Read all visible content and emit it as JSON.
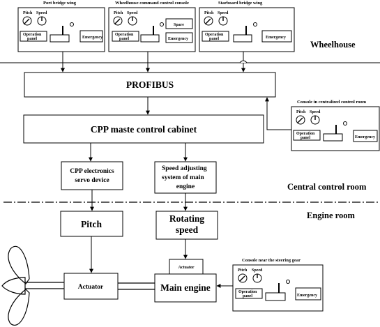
{
  "consoles": {
    "port": {
      "title": "Port bridge wing",
      "pitch": "Pitch",
      "speed": "Speed",
      "operation": [
        "Operation",
        "panel"
      ],
      "emergency": "Emergency"
    },
    "wheelhouse": {
      "title": "Wheelhouse command control console",
      "pitch": "Pitch",
      "speed": "Speed",
      "operation": [
        "Operation",
        "panel"
      ],
      "spare": "Spare",
      "emergency": "Emergency"
    },
    "starboard": {
      "title": "Starboard bridge wing",
      "pitch": "Pitch",
      "speed": "Speed",
      "operation": [
        "Operation",
        "panel"
      ],
      "emergency": "Emergency"
    },
    "centralized": {
      "title": "Console in centralized control room",
      "pitch": "Pitch",
      "speed": "Speed",
      "operation": [
        "Operation",
        "panel"
      ],
      "emergency": "Emergency"
    },
    "steering": {
      "title": "Console near the steering gear",
      "pitch": "Pitch",
      "speed": "Speed",
      "operation": [
        "Operation",
        "panel"
      ],
      "emergency": "Emergency"
    }
  },
  "blocks": {
    "profibus": "PROFIBUS",
    "cpp_cabinet": "CPP maste control cabinet",
    "servo": [
      "CPP electronics",
      "servo device"
    ],
    "speed_adjust": [
      "Speed adjusting",
      "system of main",
      "engine"
    ],
    "pitch": "Pitch",
    "rotating": [
      "Rotating",
      "speed"
    ],
    "actuator_small": "Actuator",
    "actuator": "Actuator",
    "main_engine": "Main engine"
  },
  "zones": {
    "wheelhouse": "Wheelhouse",
    "central": "Central control room",
    "engine": "Engine room"
  }
}
